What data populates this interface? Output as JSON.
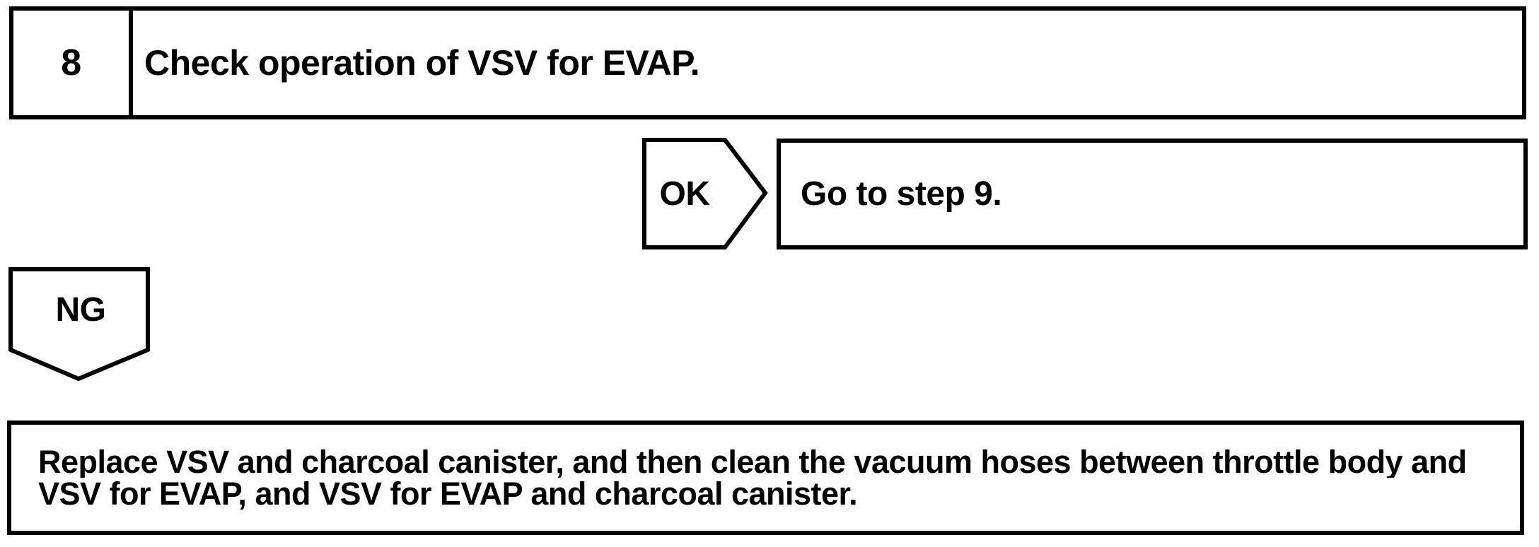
{
  "page": {
    "background_color": "#ffffff",
    "ink_color": "#000000",
    "kind": "troubleshooting-flowchart"
  },
  "flowchart": {
    "step": {
      "number": "8",
      "title": "Check operation of VSV for EVAP."
    },
    "ok_branch": {
      "label": "OK",
      "result": "Go to step 9."
    },
    "ng_branch": {
      "label": "NG",
      "action_lines": [
        "Replace VSV and charcoal canister, and then clean the vacuum hoses between throttle body and",
        "VSV for EVAP, and VSV for EVAP and charcoal canister."
      ]
    }
  }
}
